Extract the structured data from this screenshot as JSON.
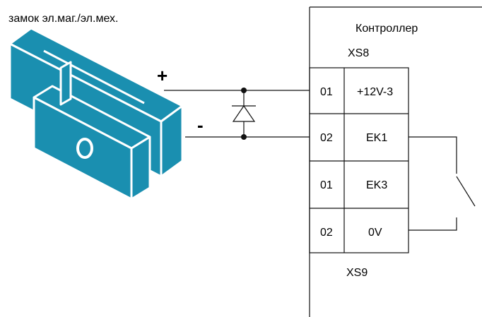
{
  "lock": {
    "label": "замок эл.маг./эл.мех.",
    "color": "#1a8fb0",
    "icon": "electromagnetic-lock-icon"
  },
  "polarity": {
    "plus": "+",
    "minus": "-"
  },
  "diode": {
    "icon": "diode-icon"
  },
  "controller": {
    "title": "Контроллер",
    "connector_top": "XS8",
    "connector_bottom": "XS9",
    "rows": [
      {
        "pin": "01",
        "signal": "+12V-3"
      },
      {
        "pin": "02",
        "signal": "EK1"
      },
      {
        "pin": "01",
        "signal": "EK3"
      },
      {
        "pin": "02",
        "signal": "0V"
      }
    ]
  },
  "switch": {
    "icon": "switch-contact-icon"
  },
  "colors": {
    "line": "#111111",
    "lock_fill": "#1a8fb0",
    "lock_stroke": "#ffffff"
  }
}
